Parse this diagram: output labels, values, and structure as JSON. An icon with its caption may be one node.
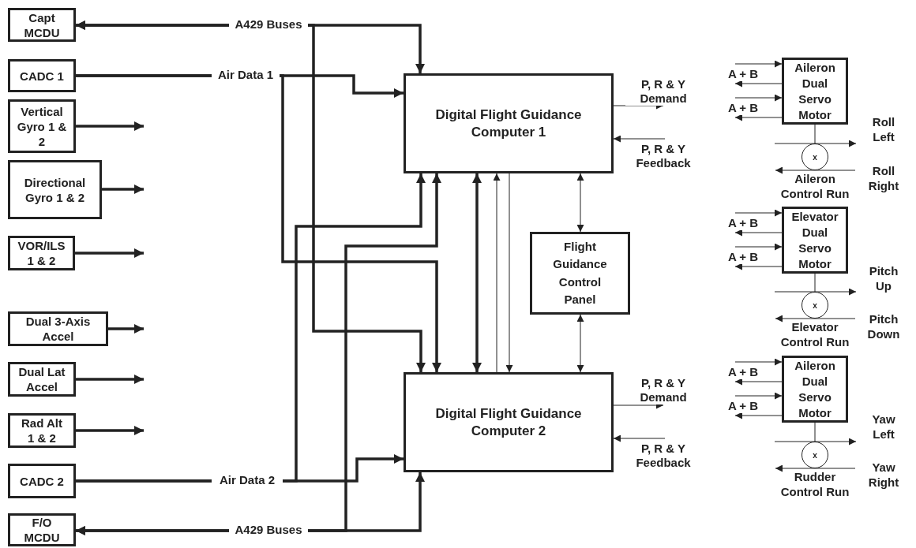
{
  "diagram": {
    "nodes": [
      {
        "text": [
          "Capt MCDU"
        ]
      },
      {
        "text": [
          "CADC 1"
        ]
      },
      {
        "text": [
          "Vertical Gyro 1 & 2"
        ]
      },
      {
        "text": [
          "Directional Gyro 1 & 2"
        ]
      },
      {
        "text": [
          "VOR/ILS 1 & 2"
        ]
      },
      {
        "text": [
          "Dual 3-Axis Accel"
        ]
      },
      {
        "text": [
          "Dual Lat Accel"
        ]
      },
      {
        "text": [
          "Rad Alt 1 & 2"
        ]
      },
      {
        "text": [
          "CADC 2"
        ]
      },
      {
        "text": [
          "F/O MCDU"
        ]
      },
      {
        "text": [
          "Digital Flight Guidance Computer 1"
        ]
      },
      {
        "text": [
          "Flight Guidance Control Panel"
        ]
      },
      {
        "text": [
          "Digital Flight Guidance Computer 2"
        ]
      },
      {
        "text": [
          "Aileron Dual Servo Motor"
        ]
      },
      {
        "text": [
          "x"
        ],
        "beside": [
          "Aileron Control Run"
        ]
      },
      {
        "text": [
          "Elevator Dual Servo Motor"
        ]
      },
      {
        "text": [
          "x"
        ],
        "beside": [
          "Elevator Control Run"
        ]
      },
      {
        "text": [
          "Aileron Dual Servo Motor"
        ]
      },
      {
        "text": [
          "x"
        ],
        "beside": [
          "Rudder Control Run"
        ]
      }
    ],
    "edges": [
      {
        "from": 0,
        "to": 10,
        "arrow": "both",
        "style": "thick",
        "label": "A429 Buses"
      },
      {
        "from": 0,
        "to": 12,
        "arrow": "both",
        "style": "thick"
      },
      {
        "from": 1,
        "to": 10,
        "arrow": "to",
        "style": "thick",
        "label": "Air Data 1"
      },
      {
        "from": 1,
        "to": 12,
        "arrow": "to",
        "style": "thick"
      },
      {
        "from": 8,
        "to": 12,
        "arrow": "to",
        "style": "thick",
        "label": "Air Data 2"
      },
      {
        "from": 8,
        "to": 10,
        "arrow": "to",
        "style": "thick"
      },
      {
        "from": 9,
        "to": 12,
        "arrow": "both",
        "style": "thick",
        "label": "A429 Buses"
      },
      {
        "from": 9,
        "to": 10,
        "arrow": "both",
        "style": "thick"
      },
      {
        "from": 10,
        "to": 12,
        "arrow": "both",
        "style": "thick"
      },
      {
        "from": 12,
        "to": 10,
        "arrow": "to"
      },
      {
        "from": 10,
        "to": 12,
        "arrow": "to"
      },
      {
        "from": 10,
        "to": 11,
        "arrow": "both"
      },
      {
        "from": 11,
        "to": 12,
        "arrow": "both"
      },
      {
        "from": 10,
        "to": null,
        "arrow": "to",
        "label": "P, R & Y Demand"
      },
      {
        "from": null,
        "to": 10,
        "arrow": "to",
        "label": "P, R & Y Feedback"
      },
      {
        "from": 12,
        "to": null,
        "arrow": "to",
        "label": "P, R & Y Demand"
      },
      {
        "from": null,
        "to": 12,
        "arrow": "to",
        "label": "P, R & Y Feedback"
      },
      {
        "from": 2,
        "to": null,
        "arrow": "to",
        "style": "thick"
      },
      {
        "from": 3,
        "to": null,
        "arrow": "to",
        "style": "thick"
      },
      {
        "from": 4,
        "to": null,
        "arrow": "to",
        "style": "thick"
      },
      {
        "from": 5,
        "to": null,
        "arrow": "to",
        "style": "thick"
      },
      {
        "from": 6,
        "to": null,
        "arrow": "to",
        "style": "thick"
      },
      {
        "from": 7,
        "to": null,
        "arrow": "to",
        "style": "thick"
      },
      {
        "from": null,
        "to": 13,
        "arrow": "to",
        "label": "A + B"
      },
      {
        "from": 13,
        "to": null,
        "arrow": "to"
      },
      {
        "from": null,
        "to": 13,
        "arrow": "to",
        "label": "A + B"
      },
      {
        "from": 13,
        "to": null,
        "arrow": "to"
      },
      {
        "from": 13,
        "to": 14,
        "arrow": "none"
      },
      {
        "from": null,
        "to": 15,
        "arrow": "to",
        "label": "A + B"
      },
      {
        "from": 15,
        "to": null,
        "arrow": "to"
      },
      {
        "from": null,
        "to": 15,
        "arrow": "to",
        "label": "A + B"
      },
      {
        "from": 15,
        "to": null,
        "arrow": "to"
      },
      {
        "from": 15,
        "to": 16,
        "arrow": "none"
      },
      {
        "from": null,
        "to": 17,
        "arrow": "to",
        "label": "A + B"
      },
      {
        "from": 17,
        "to": null,
        "arrow": "to"
      },
      {
        "from": null,
        "to": 17,
        "arrow": "to",
        "label": "A + B"
      },
      {
        "from": 17,
        "to": null,
        "arrow": "to"
      },
      {
        "from": 17,
        "to": 18,
        "arrow": "none"
      }
    ],
    "labels": [
      "Roll Left",
      "Roll Right",
      "Pitch Up",
      "Pitch Down",
      "Yaw Left",
      "Yaw Right"
    ]
  }
}
